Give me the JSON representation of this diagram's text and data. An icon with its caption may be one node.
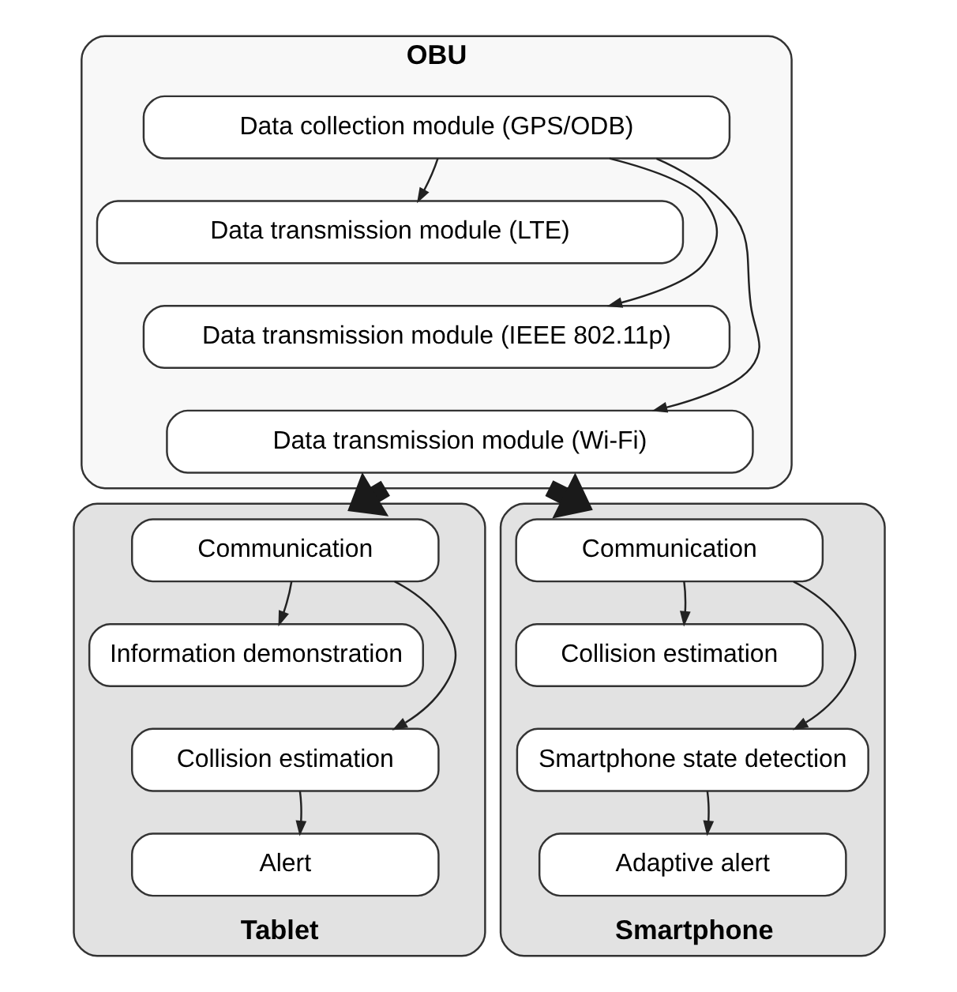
{
  "diagram": {
    "nodes": [
      {
        "text": [
          "OBU"
        ]
      },
      {
        "text": [
          "Data collection module (GPS/ODB)"
        ],
        "in": 0
      },
      {
        "text": [
          "Data transmission module (LTE)"
        ],
        "in": 0
      },
      {
        "text": [
          "Data transmission module (IEEE 802.11p)"
        ],
        "in": 0
      },
      {
        "text": [
          "Data transmission module (Wi-Fi)"
        ],
        "in": 0
      },
      {
        "text": [
          "Tablet"
        ]
      },
      {
        "text": [
          "Communication"
        ],
        "in": 5
      },
      {
        "text": [
          "Information demonstration"
        ],
        "in": 5
      },
      {
        "text": [
          "Collision estimation"
        ],
        "in": 5
      },
      {
        "text": [
          "Alert"
        ],
        "in": 5
      },
      {
        "text": [
          "Smartphone"
        ]
      },
      {
        "text": [
          "Communication"
        ],
        "in": 10
      },
      {
        "text": [
          "Collision estimation"
        ],
        "in": 10
      },
      {
        "text": [
          "Smartphone state detection"
        ],
        "in": 10
      },
      {
        "text": [
          "Adaptive alert"
        ],
        "in": 10
      }
    ],
    "edges": [
      {
        "from": 1,
        "to": 2,
        "arrow": "to"
      },
      {
        "from": 1,
        "to": 3,
        "arrow": "to"
      },
      {
        "from": 1,
        "to": 4,
        "arrow": "to"
      },
      {
        "from": 0,
        "to": 5,
        "arrow": "to",
        "style": "thick"
      },
      {
        "from": 0,
        "to": 10,
        "arrow": "to",
        "style": "thick"
      },
      {
        "from": 6,
        "to": 7,
        "arrow": "to"
      },
      {
        "from": 6,
        "to": 8,
        "arrow": "to"
      },
      {
        "from": 8,
        "to": 9,
        "arrow": "to"
      },
      {
        "from": 11,
        "to": 12,
        "arrow": "to"
      },
      {
        "from": 11,
        "to": 13,
        "arrow": "to"
      },
      {
        "from": 13,
        "to": 14,
        "arrow": "to"
      }
    ]
  }
}
